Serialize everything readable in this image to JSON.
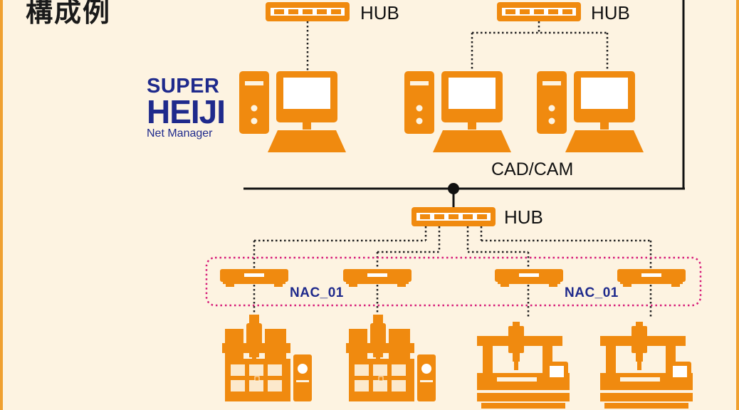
{
  "title": "構成例",
  "colors": {
    "orange": "#f08a0f",
    "navy": "#1f2a8c",
    "magenta": "#d61a78",
    "line": "#111111",
    "background": "#fdf3e1"
  },
  "logo": {
    "line1": "SUPER",
    "line2": "HEIJI",
    "line3": "Net Manager"
  },
  "hubs": {
    "top_left": "HUB",
    "top_right": "HUB",
    "center": "HUB"
  },
  "groups": {
    "cad_cam": "CAD/CAM"
  },
  "nac_labels": {
    "left": "NAC_01",
    "right": "NAC_01"
  },
  "icons": {
    "hub": "network-hub-icon",
    "computer": "desktop-computer-icon",
    "adapter": "nac-adapter-icon",
    "machine_vertical": "machining-center-icon",
    "machine_gantry": "gantry-mill-icon"
  }
}
